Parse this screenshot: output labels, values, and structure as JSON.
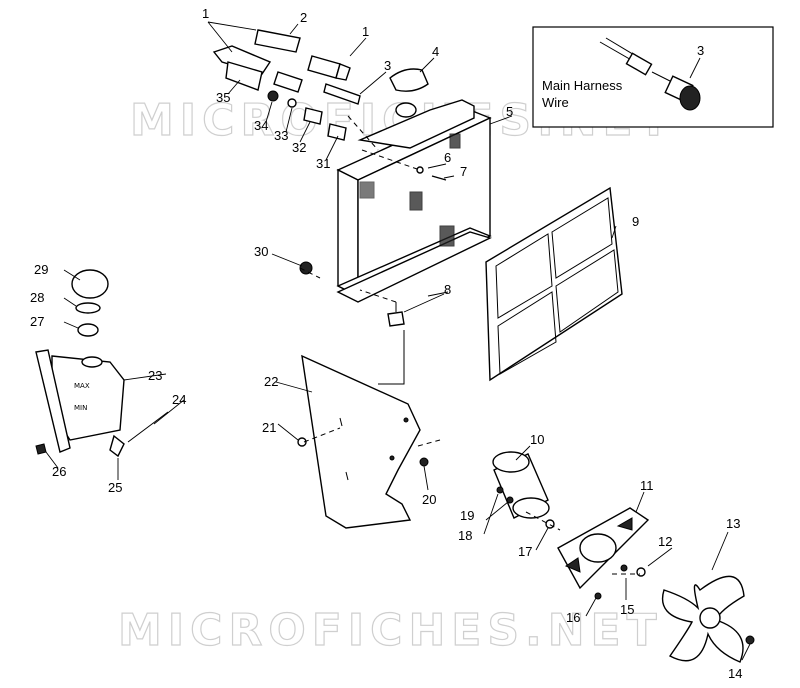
{
  "watermark": {
    "top": "MICROFICHES.NET",
    "bottom": "MICROFICHES.NET"
  },
  "inset": {
    "label_line1": "Main Harness",
    "label_line2": "Wire",
    "callout": "3"
  },
  "callouts": {
    "c1a": "1",
    "c1b": "1",
    "c2": "2",
    "c3": "3",
    "c4": "4",
    "c5": "5",
    "c6": "6",
    "c7": "7",
    "c8": "8",
    "c9": "9",
    "c10": "10",
    "c11": "11",
    "c12": "12",
    "c13": "13",
    "c14": "14",
    "c15": "15",
    "c16": "16",
    "c17": "17",
    "c18": "18",
    "c19": "19",
    "c20": "20",
    "c21": "21",
    "c22": "22",
    "c23": "23",
    "c24": "24",
    "c25": "25",
    "c26": "26",
    "c27": "27",
    "c28": "28",
    "c29": "29",
    "c30": "30",
    "c31": "31",
    "c32": "32",
    "c33": "33",
    "c34": "34",
    "c35": "35"
  },
  "tank_markings": {
    "max": "MAX",
    "min": "MIN"
  }
}
